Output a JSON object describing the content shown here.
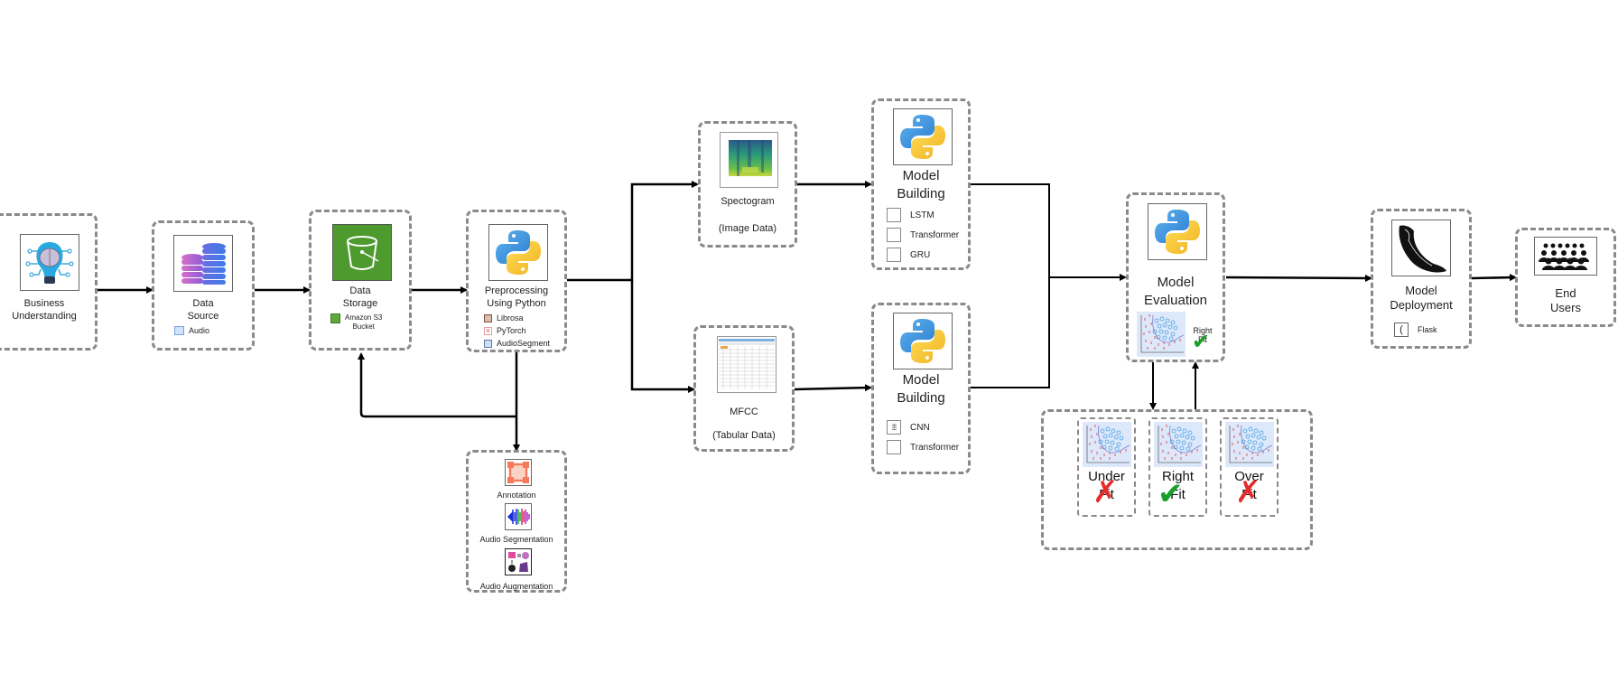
{
  "nodes": {
    "business": {
      "title_line1": "Business",
      "title_line2": "Understanding",
      "icon": "brain-lightbulb-icon"
    },
    "data_source": {
      "title_line1": "Data",
      "title_line2": "Source",
      "items": [
        {
          "label": "Audio",
          "icon": "audio-image-icon"
        }
      ]
    },
    "data_storage": {
      "title_line1": "Data",
      "title_line2": "Storage",
      "items": [
        {
          "label": "Amazon S3",
          "label2": "Bucket",
          "icon": "s3-bucket-icon"
        }
      ]
    },
    "preprocessing": {
      "title_line1": "Preprocessing",
      "title_line2": "Using Python",
      "items": [
        {
          "label": "Librosa"
        },
        {
          "label": "PyTorch"
        },
        {
          "label": "AudioSegment"
        }
      ]
    },
    "augment": {
      "items": [
        {
          "label": "Annotation"
        },
        {
          "label": "Audio Segmentation"
        },
        {
          "label": "Audio Augmentation"
        }
      ]
    },
    "spectrogram": {
      "title": "Spectogram",
      "subtitle": "(Image Data)"
    },
    "mfcc": {
      "title": "MFCC",
      "subtitle": "(Tabular Data)"
    },
    "model_building_top": {
      "title_line1": "Model",
      "title_line2": "Building",
      "items": [
        {
          "label": "LSTM"
        },
        {
          "label": "Transformer"
        },
        {
          "label": "GRU"
        }
      ]
    },
    "model_building_bottom": {
      "title_line1": "Model",
      "title_line2": "Building",
      "items": [
        {
          "label": "CNN"
        },
        {
          "label": "Transformer"
        }
      ]
    },
    "model_eval": {
      "title_line1": "Model",
      "title_line2": "Evaluation",
      "badge_line1": "Right",
      "badge_line2": "Fit"
    },
    "fits": [
      {
        "line1": "Under",
        "line2": "Fit",
        "status": "bad"
      },
      {
        "line1": "Right",
        "line2": "Fit",
        "status": "good"
      },
      {
        "line1": "Over",
        "line2": "Fit",
        "status": "bad"
      }
    ],
    "deployment": {
      "title_line1": "Model",
      "title_line2": "Deployment",
      "items": [
        {
          "label": "Flask"
        }
      ]
    },
    "end_users": {
      "title_line1": "End",
      "title_line2": "Users"
    }
  },
  "colors": {
    "dash": "#8a8a8a",
    "wire": "#000000",
    "good": "#1a9e2a",
    "bad": "#e52b2b",
    "s3": "#4e9a2f"
  }
}
